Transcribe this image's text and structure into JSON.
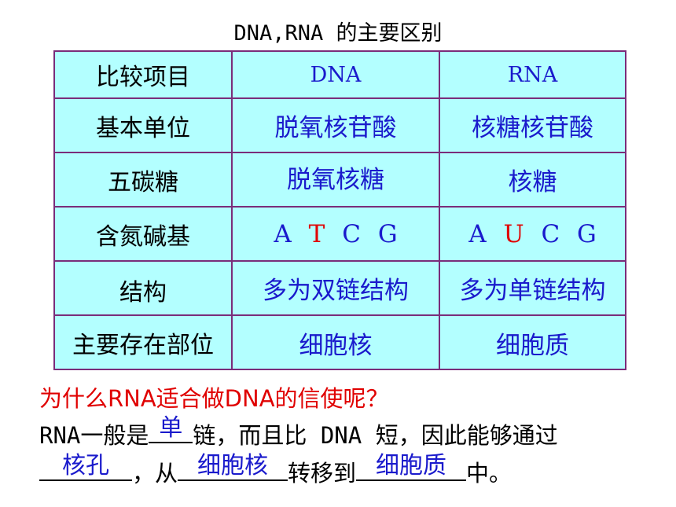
{
  "title": "DNA,RNA 的主要区别",
  "table": {
    "header": {
      "item": "比较项目",
      "dna": "DNA",
      "rna": "RNA"
    },
    "rows": [
      {
        "item": "基本单位",
        "dna": "脱氧核苷酸",
        "rna": "核糖核苷酸"
      },
      {
        "item": "五碳糖",
        "dna": "脱氧核糖",
        "rna": "核糖"
      },
      {
        "item": "含氮碱基",
        "dna_bases": [
          "A",
          "T",
          "C",
          "G"
        ],
        "rna_bases": [
          "A",
          "U",
          "C",
          "G"
        ]
      },
      {
        "item": "结构",
        "dna": "多为双链结构",
        "rna": "多为单链结构"
      },
      {
        "item": "主要存在部位",
        "dna": "细胞核",
        "rna": "细胞质"
      }
    ]
  },
  "question": "为什么RNA适合做DNA的信使呢？",
  "paragraph": {
    "part1": "RNA一般是",
    "blank1": "单",
    "part2": "链，而且比 DNA 短，因此能够通过",
    "blank2": "核孔",
    "part3": "，从",
    "blank3": "细胞核",
    "part4": "转移到",
    "blank4": "细胞质",
    "part5": "中。"
  },
  "colors": {
    "table_bg": "#b3ffff",
    "border": "#7a2d7a",
    "answer_blue": "#1a1acc",
    "highlight_red": "#e00000"
  }
}
